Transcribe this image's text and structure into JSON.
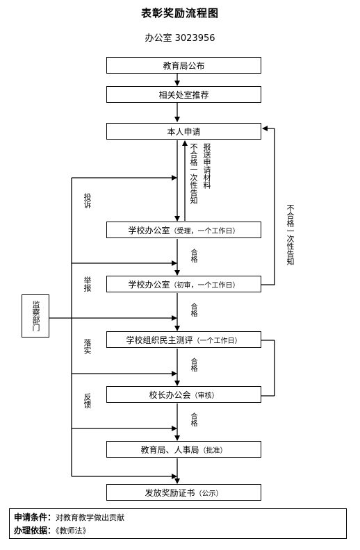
{
  "title": "表彰奖励流程图",
  "subtitle": "办公室  3023956",
  "steps": {
    "s1": "教育局公布",
    "s2": "相关处室推荐",
    "s3": "本人申请",
    "s4_main": "学校办公室",
    "s4_sub": "（受理，一个工作日）",
    "s5_main": "学校办公室",
    "s5_sub": "（初审，一个工作日）",
    "s6_main": "学校组织民主测评",
    "s6_sub": "（一个工作日）",
    "s7_main": "校长办公会",
    "s7_sub": "（审核）",
    "s8_main": "教育局、人事局",
    "s8_sub": "（批准）",
    "s9_main": "发放奖励证书",
    "s9_sub": "（公示）"
  },
  "labels": {
    "submit": "报送申请材料",
    "notify_inline": "不合格一次性告知",
    "notify_right": "不合格一次性告知",
    "pass1": "合格",
    "pass2": "合格",
    "pass3": "合格",
    "pass4": "合格",
    "complaint": "投诉",
    "report": "举报",
    "implement": "落实",
    "feedback": "反馈"
  },
  "supervision": "监察部门",
  "footer": {
    "cond_label": "申请条件：",
    "cond_value": "对教育教学做出贡献",
    "basis_label": "办理依据：",
    "basis_value": "《教师法》"
  }
}
